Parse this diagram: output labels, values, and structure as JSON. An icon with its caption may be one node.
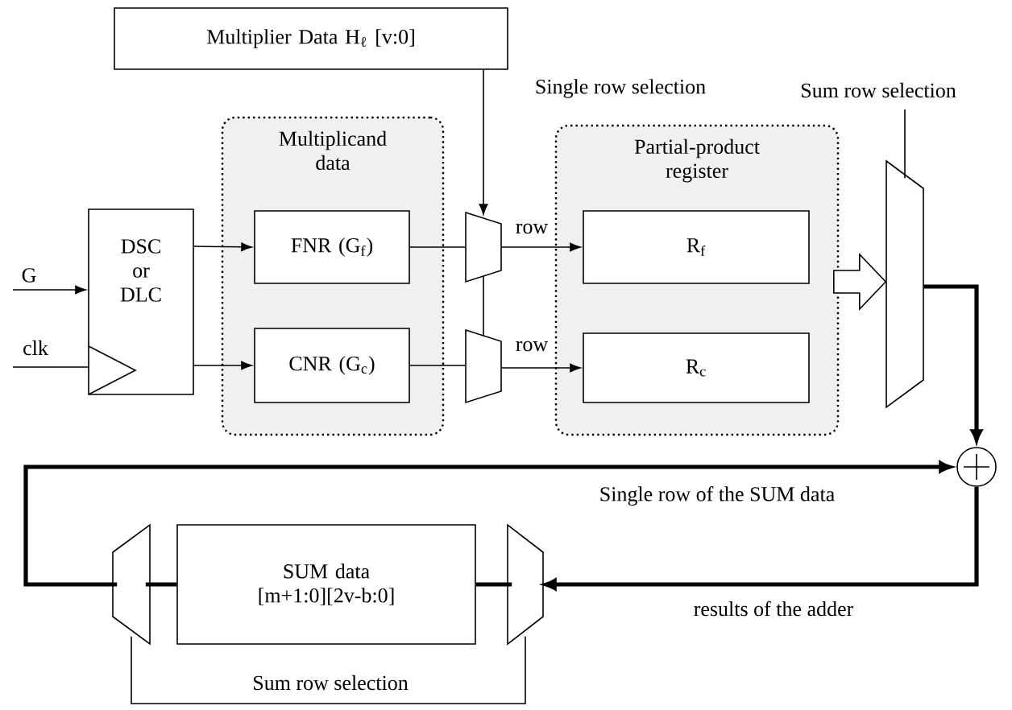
{
  "diagram": {
    "nodes": [
      {
        "text": [
          "Multiplier Data H$_{ℓ}$ [v:0]"
        ]
      },
      {
        "text": [
          "Multiplicand data"
        ]
      },
      {
        "text": [
          "DSC or DLC"
        ]
      },
      {
        "text": [
          "FNR (G$_{f}$)"
        ],
        "in": 1
      },
      {
        "text": [
          "CNR (G$_{c}$)"
        ],
        "in": 1
      },
      {
        "text": [],
        "shape": "trapezoid"
      },
      {
        "text": [],
        "shape": "trapezoid"
      },
      {
        "text": [
          "Partial-product register"
        ]
      },
      {
        "text": [
          "R$_{f}$"
        ],
        "in": 7
      },
      {
        "text": [
          "R$_{c}$"
        ],
        "in": 7
      },
      {
        "text": [],
        "shape": "trapezoid"
      },
      {
        "text": [],
        "shape": "circle"
      },
      {
        "text": [],
        "shape": "trapezoid"
      },
      {
        "text": [
          "SUM data [m+1:0][2v-b:0]"
        ]
      },
      {
        "text": [],
        "shape": "trapezoid"
      }
    ],
    "edges": [
      {
        "from": null,
        "to": 2,
        "arrow": "to",
        "label": "G"
      },
      {
        "from": null,
        "to": 2,
        "arrow": "none",
        "label": "clk"
      },
      {
        "from": 2,
        "to": 3,
        "arrow": "to"
      },
      {
        "from": 2,
        "to": 4,
        "arrow": "to"
      },
      {
        "from": 3,
        "to": 5,
        "arrow": "none"
      },
      {
        "from": 4,
        "to": 6,
        "arrow": "none"
      },
      {
        "from": 0,
        "to": 5,
        "arrow": "to",
        "label": "Single row selection"
      },
      {
        "from": 5,
        "to": 6,
        "arrow": "none"
      },
      {
        "from": 5,
        "to": 8,
        "arrow": "to",
        "label": "row"
      },
      {
        "from": 6,
        "to": 9,
        "arrow": "to",
        "label": "row"
      },
      {
        "from": 8,
        "to": 10,
        "arrow": "to",
        "style": "thick"
      },
      {
        "from": 10,
        "to": 11,
        "arrow": "to",
        "style": "thick"
      },
      {
        "from": 11,
        "to": 14,
        "arrow": "to",
        "style": "thick",
        "label": "results of the adder"
      },
      {
        "from": 14,
        "to": 13,
        "arrow": "none",
        "style": "thick"
      },
      {
        "from": 13,
        "to": 12,
        "arrow": "none",
        "style": "thick"
      },
      {
        "from": 12,
        "to": 11,
        "arrow": "to",
        "style": "thick",
        "label": "Single row of the SUM data"
      },
      {
        "from": null,
        "to": 10,
        "arrow": "none",
        "label": "Sum row selection"
      },
      {
        "from": 12,
        "to": 14,
        "arrow": "none",
        "label": "Sum row selection"
      }
    ]
  }
}
